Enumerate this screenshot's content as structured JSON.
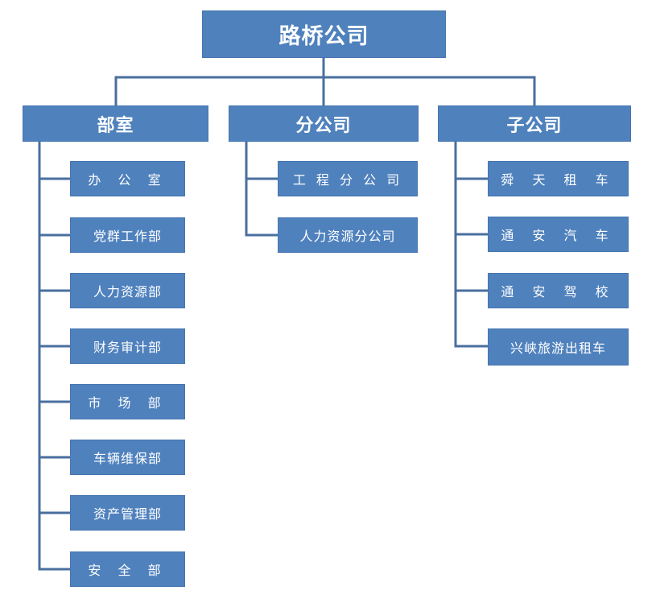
{
  "root": {
    "label": "路桥公司"
  },
  "departments": {
    "label": "部室",
    "items": [
      {
        "label": "办 公 室"
      },
      {
        "label": "党群工作部"
      },
      {
        "label": "人力资源部"
      },
      {
        "label": "财务审计部"
      },
      {
        "label": "市 场 部"
      },
      {
        "label": "车辆维保部"
      },
      {
        "label": "资产管理部"
      },
      {
        "label": "安 全 部"
      }
    ]
  },
  "branches": {
    "label": "分公司",
    "items": [
      {
        "label": "工 程 分 公 司"
      },
      {
        "label": "人力资源分公司"
      }
    ]
  },
  "subsidiaries": {
    "label": "子公司",
    "items": [
      {
        "label": "舜 天 租 车"
      },
      {
        "label": "通 安 汽 车"
      },
      {
        "label": "通 安 驾 校"
      },
      {
        "label": "兴峡旅游出租车"
      }
    ]
  },
  "colors": {
    "box_fill": "#4f81bd",
    "connector": "#4a6f9f",
    "text": "#ffffff"
  }
}
